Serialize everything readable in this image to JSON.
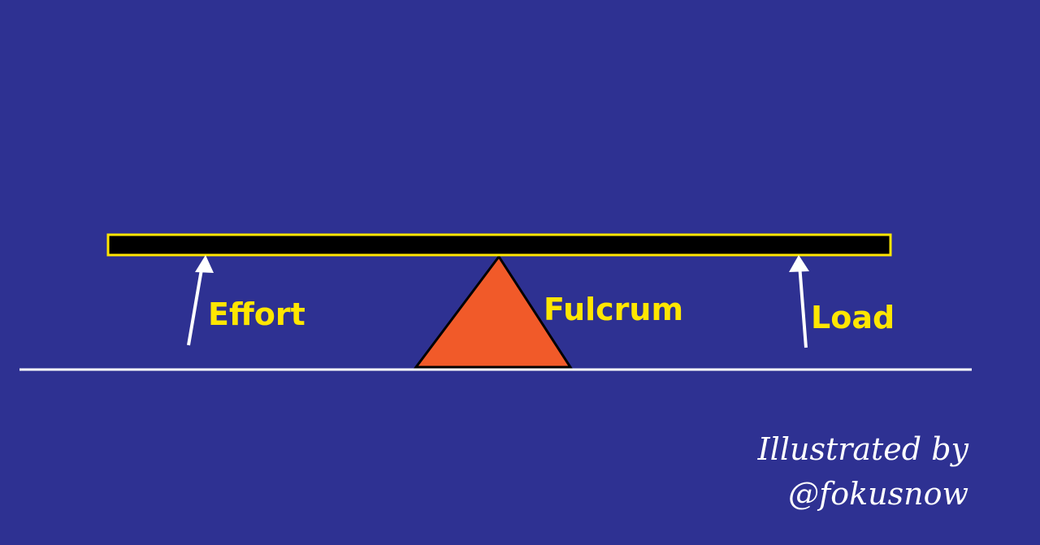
{
  "diagram": {
    "labels": {
      "effort": "Effort",
      "fulcrum": "Fulcrum",
      "load": "Load"
    },
    "credit": {
      "line1": "Illustrated by",
      "line2": "@fokusnow"
    },
    "colors": {
      "background": "#2e3192",
      "beam_fill": "#000000",
      "beam_outline": "#ffe600",
      "fulcrum_fill": "#f15a29",
      "label_text": "#ffe600",
      "arrows_and_ground": "#ffffff"
    }
  }
}
